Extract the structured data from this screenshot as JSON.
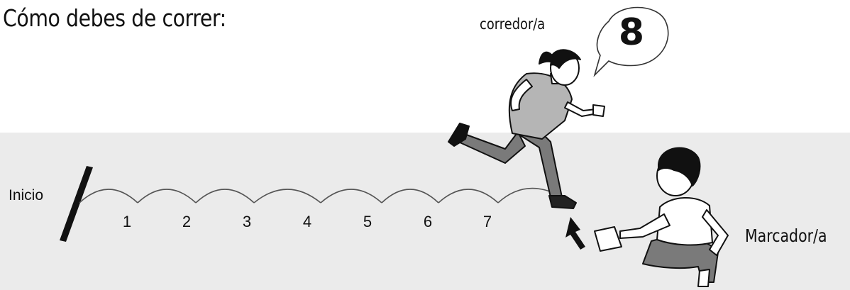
{
  "title": "Cómo debes de correr:",
  "start_label": "Inicio",
  "steps": [
    "1",
    "2",
    "3",
    "4",
    "5",
    "6",
    "7"
  ],
  "runner": {
    "label": "corredor/a",
    "speech_value": "8"
  },
  "marker": {
    "label": "Marcador/a"
  },
  "colors": {
    "track": "#ebebeb",
    "ink": "#111111",
    "shirt": "#b5b5b5",
    "pants": "#7a7a7a"
  }
}
